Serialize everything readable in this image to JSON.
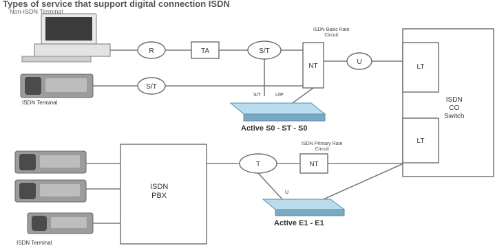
{
  "header": {
    "title": "Types of service that support digital connection ISDN",
    "subtitle": "Non-ISDN Terminal"
  },
  "nodes": {
    "r_point": "R",
    "ta": "TA",
    "sot_top": "S/T",
    "nt_top": "NT",
    "u_top": "U",
    "lt_top": "LT",
    "st_left": "S/T",
    "isdn_switch": "ISDN\nCO\nSwitch",
    "lt_bottom": "LT",
    "isdn_pbx": "ISDN\nPBX",
    "t_point": "T",
    "nt_bottom": "NT"
  },
  "labels": {
    "isdn_terminal_top": "ISDN Terminal",
    "bri_label": "ISDN Basic Rate\nCircuit",
    "st_port": "S/T",
    "u_port": "U/P",
    "device_top": "Active S0 - ST - S0",
    "pri_label": "ISDN Primary Rate\nCircuit",
    "u_port_bottom": "U",
    "device_bottom": "Active E1 - E1",
    "isdn_terminal_bottom": "ISDN Terminal"
  },
  "colors": {
    "device_top": "#b9dcef",
    "device_bottom": "#b9dcef",
    "device_stroke": "#5e8aa5",
    "line": "#7a7a7a"
  },
  "icons": [
    "computer-icon",
    "telephone-icon",
    "telephone-icon",
    "telephone-icon",
    "telephone-icon",
    "router-device-icon",
    "router-device-icon"
  ]
}
